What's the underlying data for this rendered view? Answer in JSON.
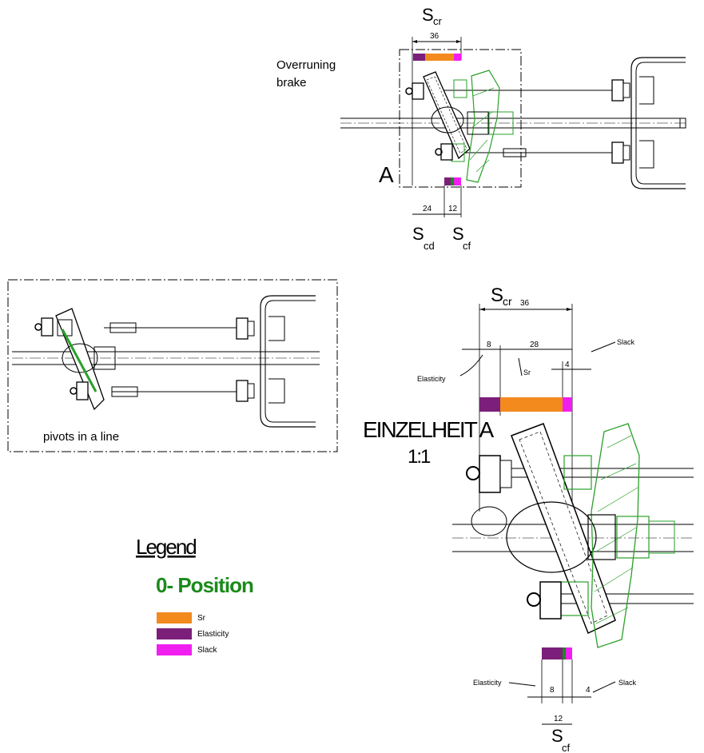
{
  "colors": {
    "sr": "#f28a1e",
    "elasticity": "#7b1f7a",
    "slack": "#f01ff0",
    "zero_position": "#1a8a1a",
    "lever_green": "#2aa02a",
    "line": "#000000"
  },
  "top_view": {
    "label_s_cr": "S",
    "label_s_cr_sub": "cr",
    "dim_36": "36",
    "overrunning_line1": "Overruning",
    "overrunning_line2": "brake",
    "label_a": "A",
    "dim_24": "24",
    "dim_12": "12",
    "label_s_cd": "S",
    "label_s_cd_sub": "cd",
    "label_s_cf": "S",
    "label_s_cf_sub": "cf"
  },
  "pivot_view": {
    "caption": "pivots in a line"
  },
  "detail_view": {
    "label_s_cr": "S",
    "label_s_cr_sub": "cr",
    "dim_36": "36",
    "dim_8": "8",
    "dim_28": "28",
    "label_slack": "Slack",
    "label_sr": "Sr",
    "dim_4": "4",
    "label_elasticity": "Elasticity",
    "title_line1": "EINZELHEIT A",
    "title_line2": "1:1",
    "bottom_elasticity": "Elasticity",
    "bottom_dim_8": "8",
    "bottom_slack": "Slack",
    "bottom_dim_4": "4",
    "bottom_dim_12": "12",
    "bottom_s_cf": "S",
    "bottom_s_cf_sub": "cf"
  },
  "legend": {
    "title": "Legend",
    "subtitle": "0- Position",
    "items": [
      {
        "label": "Sr",
        "color": "#f28a1e"
      },
      {
        "label": "Elasticity",
        "color": "#7b1f7a"
      },
      {
        "label": "Slack",
        "color": "#f01ff0"
      }
    ]
  }
}
